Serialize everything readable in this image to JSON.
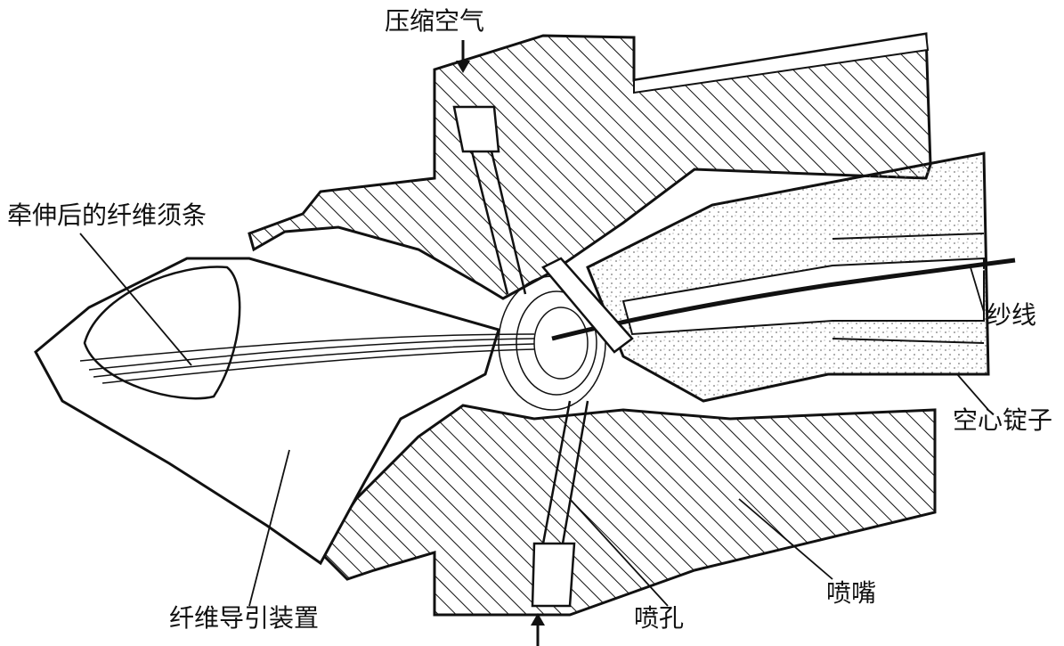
{
  "labels": {
    "compressed_air": "压缩空气",
    "drafted_fiber": "牵伸后的纤维须条",
    "yarn": "纱线",
    "hollow_spindle": "空心锭子",
    "fiber_guide": "纤维导引装置",
    "nozzle_hole": "喷孔",
    "nozzle": "喷嘴"
  },
  "colors": {
    "ink": "#111111",
    "paper": "#ffffff",
    "stipple": "#9a9a9a"
  }
}
